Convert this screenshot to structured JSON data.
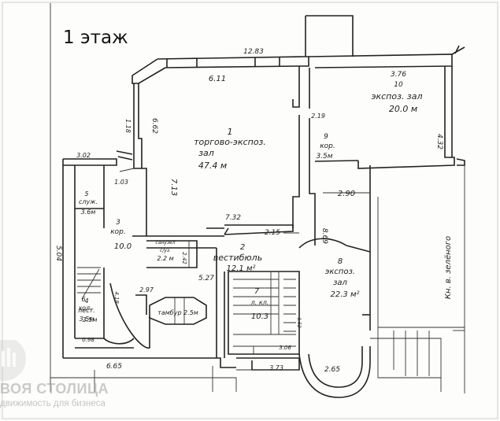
{
  "floor_title": "1 этаж",
  "street_label": "Кн. в. зелёного",
  "rooms": [
    {
      "id": "room-1",
      "lines": [
        "1",
        "торгово-экспоз.",
        "зал",
        "47.4 м"
      ]
    },
    {
      "id": "room-2",
      "lines": [
        "2",
        "вестибюль",
        "12.1 м²"
      ]
    },
    {
      "id": "room-3",
      "lines": [
        "3",
        "кор.",
        "10.0"
      ]
    },
    {
      "id": "room-4",
      "lines": [
        "4",
        "лест.",
        "3.5м"
      ]
    },
    {
      "id": "room-5",
      "lines": [
        "5",
        "служ.",
        "3.6м"
      ]
    },
    {
      "id": "room-6",
      "lines": [
        "6",
        "хол.",
        "3.5м"
      ]
    },
    {
      "id": "room-7",
      "lines": [
        "7",
        "л. кл.",
        "10.3"
      ]
    },
    {
      "id": "room-8",
      "lines": [
        "8",
        "экспоз.",
        "зал",
        "22.3 м²"
      ]
    },
    {
      "id": "room-9",
      "lines": [
        "9",
        "кор.",
        "3.5м"
      ]
    },
    {
      "id": "room-10",
      "lines": [
        "3.76",
        "10",
        "экспоз. зал",
        "20.0 м"
      ]
    },
    {
      "id": "room-11",
      "lines": [
        "тамбур 2.5м"
      ]
    },
    {
      "id": "room-12",
      "lines": [
        "санузел",
        "с/уз.",
        "2.2 м"
      ]
    }
  ],
  "dimensions": [
    "12.83",
    "6.11",
    "3.76",
    "2.19",
    "4.32",
    "6.62",
    "1.18",
    "3.02",
    "1.03",
    "7.13",
    "7.32",
    "2.15",
    "2.90",
    "8.69",
    "5.04",
    "4.18",
    "2.97",
    "5.27",
    "2.42",
    "0.98",
    "6.65",
    "3.73",
    "3.06",
    "1.52",
    "2.65"
  ],
  "watermark": {
    "brand": "ВОЯ СТОЛИЦА",
    "tagline": "движимость для бизнеса"
  }
}
